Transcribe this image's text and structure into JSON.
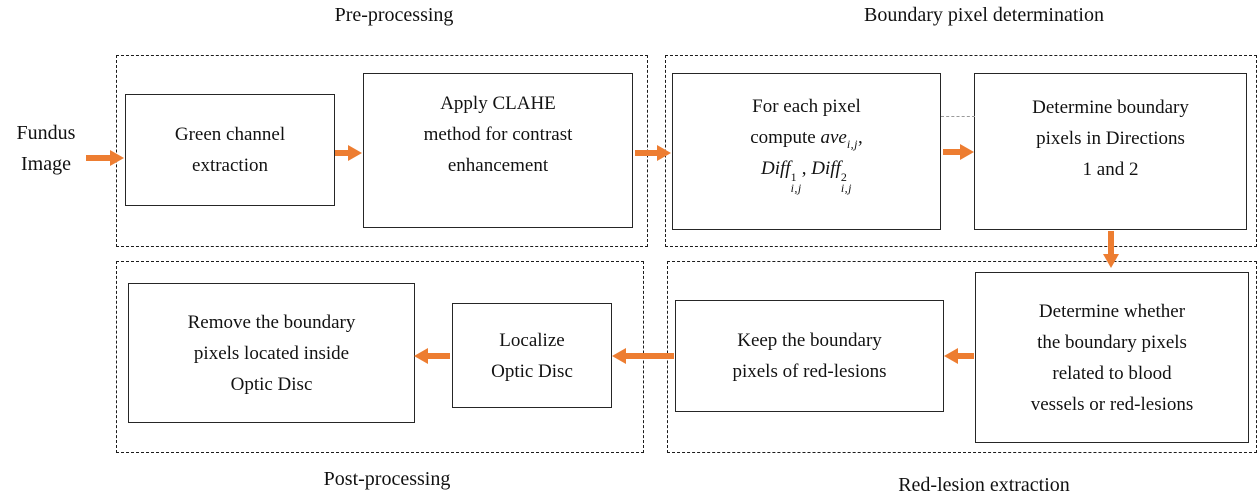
{
  "colors": {
    "arrow": "#ED7D31",
    "line": "#1c1c1c",
    "connector": "#9a9a9a"
  },
  "source_label": {
    "line1": "Fundus",
    "line2": "Image"
  },
  "groups": {
    "pre_processing": {
      "title": "Pre-processing"
    },
    "boundary_determination": {
      "title": "Boundary pixel determination"
    },
    "post_processing": {
      "title": "Post-processing"
    },
    "red_lesion": {
      "title": "Red-lesion extraction"
    }
  },
  "boxes": {
    "green_channel": {
      "line1": "Green channel",
      "line2": "extraction"
    },
    "clahe": {
      "line1": "Apply CLAHE",
      "line2": "method for contrast",
      "line3": "enhancement"
    },
    "compute": {
      "line1": "For each pixel",
      "compute_word": "compute ",
      "ave": "ave",
      "ave_sub": "i,j",
      "comma": ",",
      "diff1": "Diff",
      "diff1_sup": "1",
      "diff1_sub": "i,j",
      "sep": ", ",
      "diff2": "Diff",
      "diff2_sup": "2",
      "diff2_sub": "i,j"
    },
    "directions": {
      "line1": "Determine boundary",
      "line2": "pixels in Directions",
      "line3": "1 and 2"
    },
    "remove_od": {
      "line1": "Remove the boundary",
      "line2": "pixels located inside",
      "line3": "Optic Disc"
    },
    "localize_od": {
      "line1": "Localize",
      "line2": "Optic Disc"
    },
    "keep_lesions": {
      "line1": "Keep the boundary",
      "line2": "pixels of red-lesions"
    },
    "determine_whether": {
      "line1": "Determine whether",
      "line2": "the boundary pixels",
      "line3": "related to blood",
      "line4": "vessels or red-lesions"
    }
  }
}
